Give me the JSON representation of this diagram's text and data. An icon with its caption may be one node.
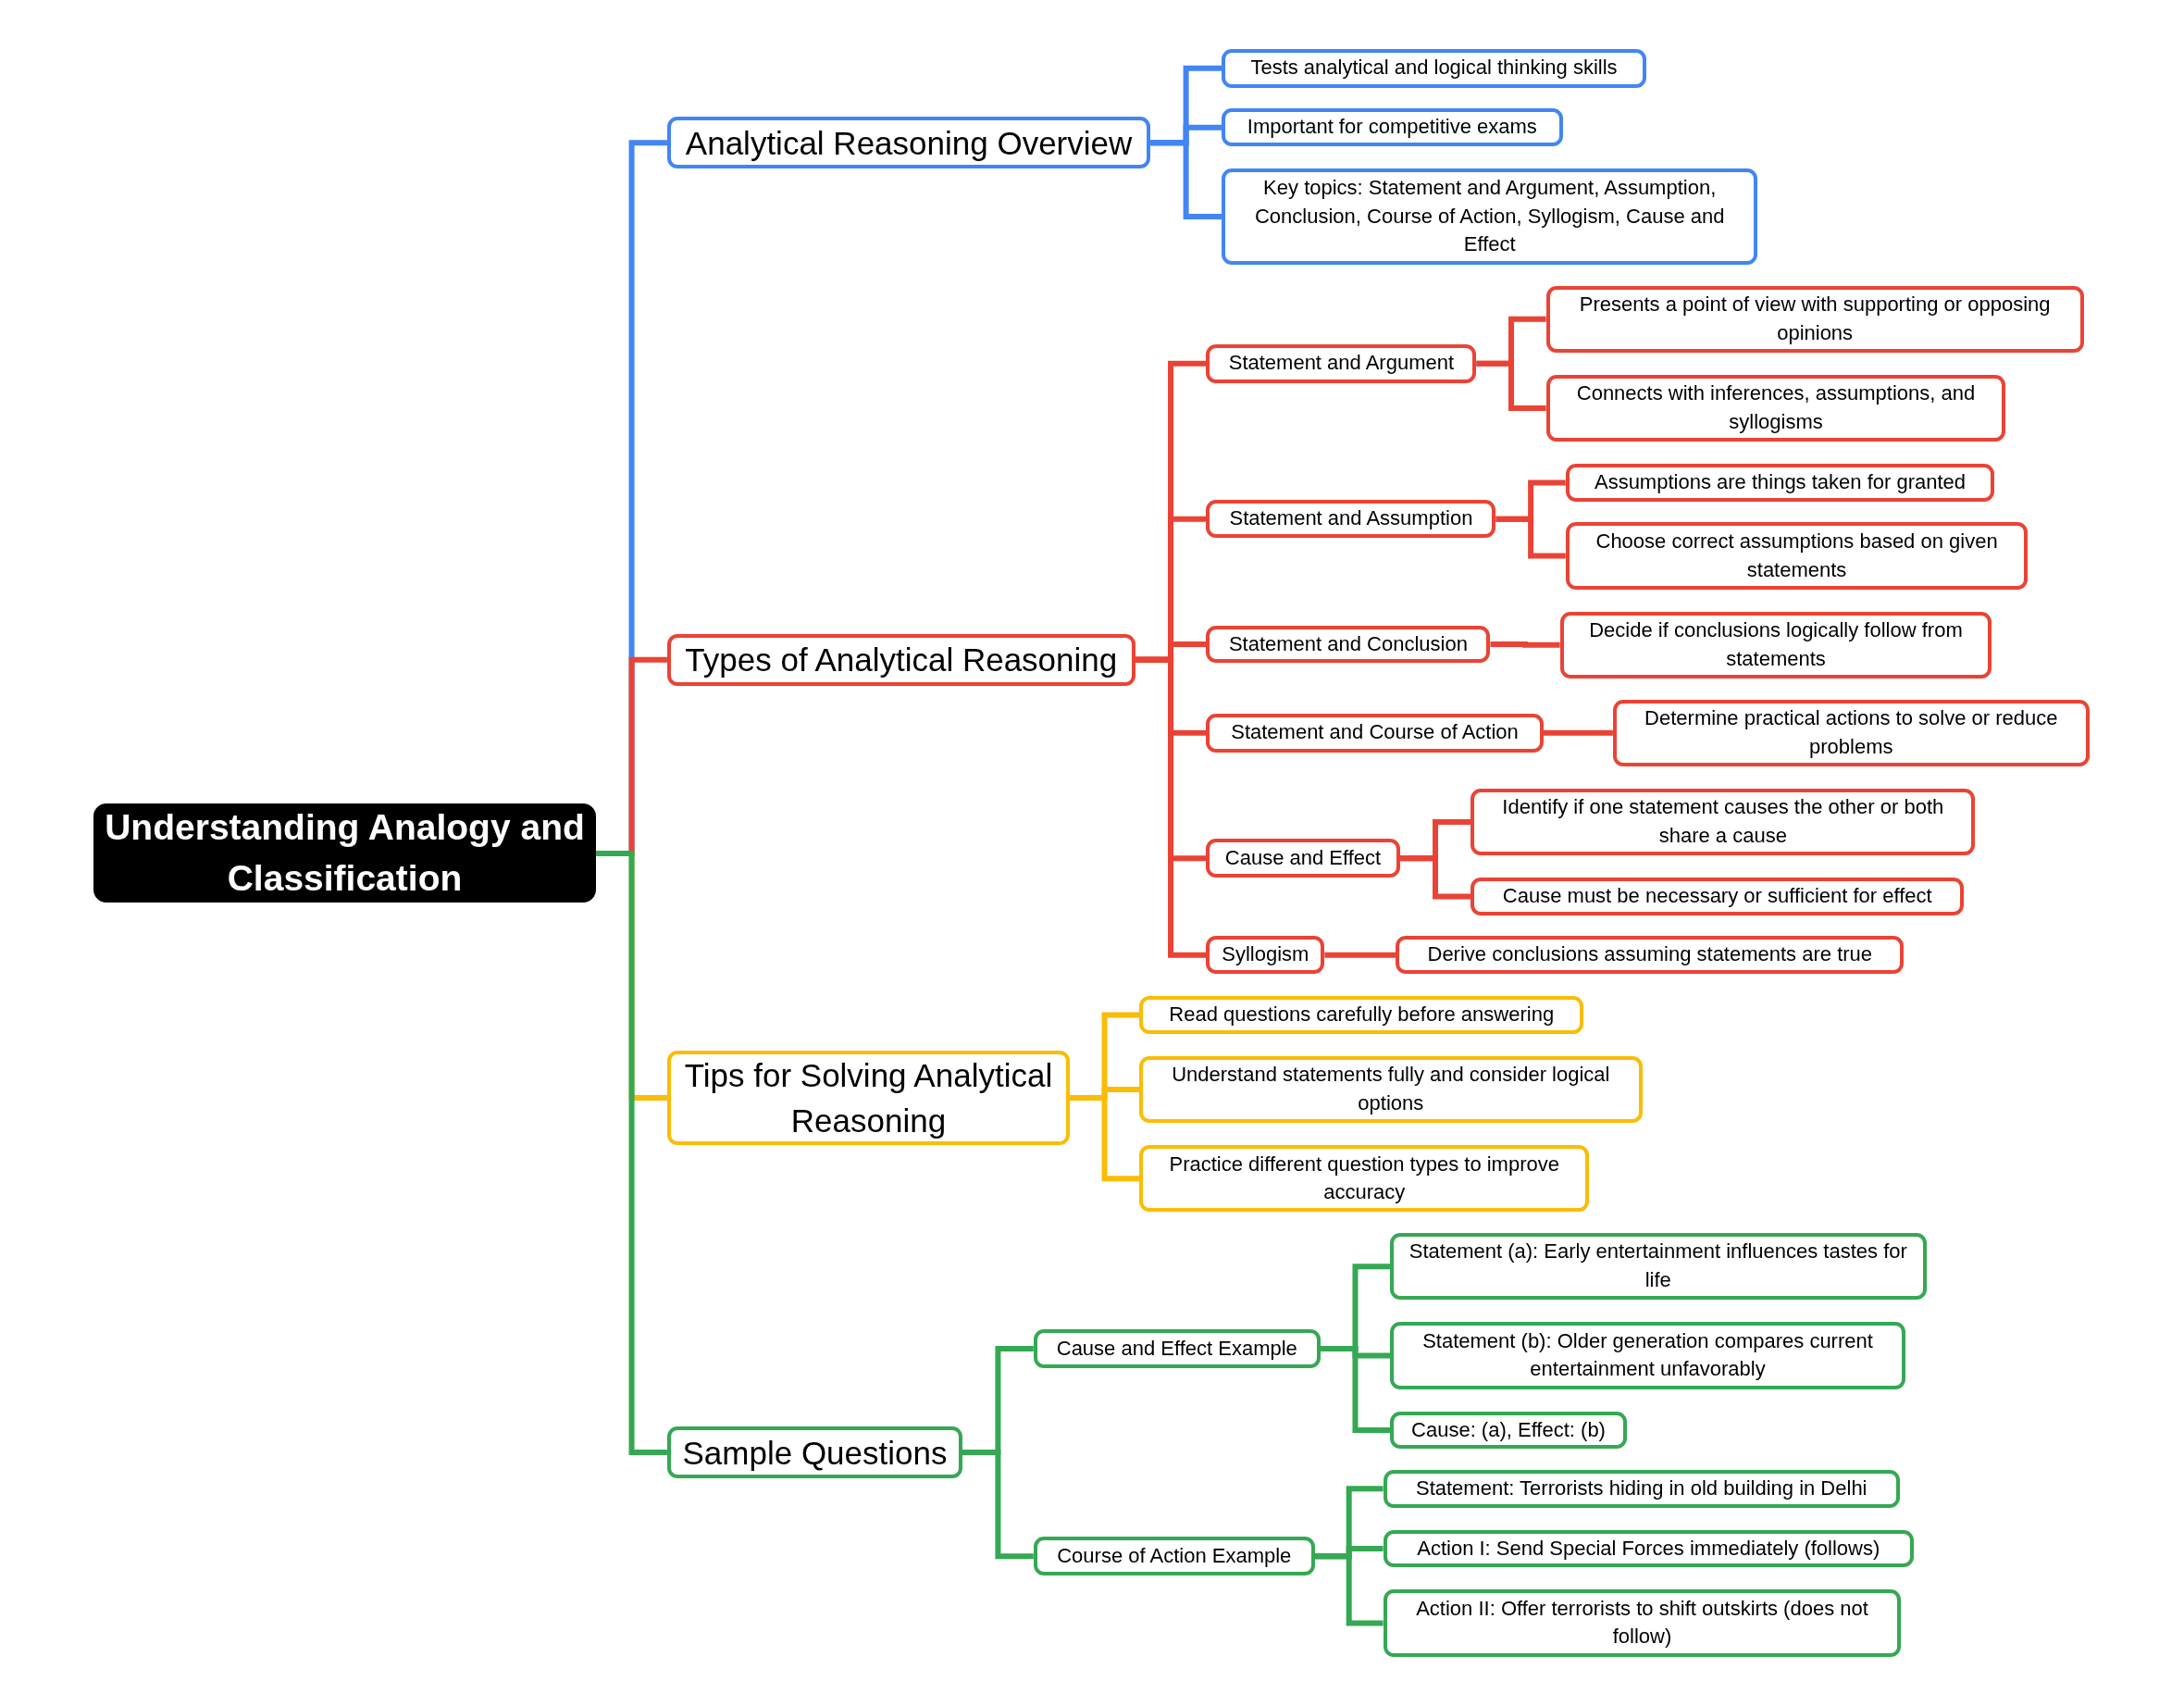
{
  "diagram": {
    "nodes": [
      {
        "text": [
          "Understanding Analogy and Classification"
        ]
      },
      {
        "text": [
          "Analytical Reasoning Overview"
        ]
      },
      {
        "text": [
          "Tests analytical and logical thinking skills"
        ]
      },
      {
        "text": [
          "Important for competitive exams"
        ]
      },
      {
        "text": [
          "Key topics: Statement and Argument, Assumption, Conclusion, Course of Action, Syllogism, Cause and Effect"
        ]
      },
      {
        "text": [
          "Types of Analytical Reasoning"
        ]
      },
      {
        "text": [
          "Statement and Argument"
        ]
      },
      {
        "text": [
          "Presents a point of view with supporting or opposing opinions"
        ]
      },
      {
        "text": [
          "Connects with inferences, assumptions, and syllogisms"
        ]
      },
      {
        "text": [
          "Statement and Assumption"
        ]
      },
      {
        "text": [
          "Assumptions are things taken for granted"
        ]
      },
      {
        "text": [
          "Choose correct assumptions based on given statements"
        ]
      },
      {
        "text": [
          "Statement and Conclusion"
        ]
      },
      {
        "text": [
          "Decide if conclusions logically follow from statements"
        ]
      },
      {
        "text": [
          "Statement and Course of Action"
        ]
      },
      {
        "text": [
          "Determine practical actions to solve or reduce problems"
        ]
      },
      {
        "text": [
          "Cause and Effect"
        ]
      },
      {
        "text": [
          "Identify if one statement causes the other or both share a cause"
        ]
      },
      {
        "text": [
          "Cause must be necessary or sufficient for effect"
        ]
      },
      {
        "text": [
          "Syllogism"
        ]
      },
      {
        "text": [
          "Derive conclusions assuming statements are true"
        ]
      },
      {
        "text": [
          "Tips for Solving Analytical Reasoning"
        ]
      },
      {
        "text": [
          "Read questions carefully before answering"
        ]
      },
      {
        "text": [
          "Understand statements fully and consider logical options"
        ]
      },
      {
        "text": [
          "Practice different question types to improve accuracy"
        ]
      },
      {
        "text": [
          "Sample Questions"
        ]
      },
      {
        "text": [
          "Cause and Effect Example"
        ]
      },
      {
        "text": [
          "Statement (a): Early entertainment influences tastes for life"
        ]
      },
      {
        "text": [
          "Statement (b): Older generation compares current entertainment unfavorably"
        ]
      },
      {
        "text": [
          "Cause: (a), Effect: (b)"
        ]
      },
      {
        "text": [
          "Course of Action Example"
        ]
      },
      {
        "text": [
          "Statement: Terrorists hiding in old building in Delhi"
        ]
      },
      {
        "text": [
          "Action I: Send Special Forces immediately (follows)"
        ]
      },
      {
        "text": [
          "Action II: Offer terrorists to shift outskirts (does not follow)"
        ]
      }
    ],
    "edges": [
      {
        "from": 0,
        "to": 1,
        "arrow": "none",
        "color": "#4285f4"
      },
      {
        "from": 1,
        "to": 2,
        "arrow": "none",
        "color": "#4285f4"
      },
      {
        "from": 1,
        "to": 3,
        "arrow": "none",
        "color": "#4285f4"
      },
      {
        "from": 1,
        "to": 4,
        "arrow": "none",
        "color": "#4285f4"
      },
      {
        "from": 0,
        "to": 5,
        "arrow": "none"
      },
      {
        "from": 5,
        "to": 6,
        "arrow": "none"
      },
      {
        "from": 6,
        "to": 7,
        "arrow": "none"
      },
      {
        "from": 6,
        "to": 8,
        "arrow": "none"
      },
      {
        "from": 5,
        "to": 9,
        "arrow": "none"
      },
      {
        "from": 9,
        "to": 10,
        "arrow": "none"
      },
      {
        "from": 9,
        "to": 11,
        "arrow": "none"
      },
      {
        "from": 5,
        "to": 12,
        "arrow": "none"
      },
      {
        "from": 12,
        "to": 13,
        "arrow": "none"
      },
      {
        "from": 5,
        "to": 14,
        "arrow": "none"
      },
      {
        "from": 14,
        "to": 15,
        "arrow": "none"
      },
      {
        "from": 5,
        "to": 16,
        "arrow": "none"
      },
      {
        "from": 16,
        "to": 17,
        "arrow": "none"
      },
      {
        "from": 16,
        "to": 18,
        "arrow": "none"
      },
      {
        "from": 5,
        "to": 19,
        "arrow": "none"
      },
      {
        "from": 19,
        "to": 20,
        "arrow": "none"
      },
      {
        "from": 0,
        "to": 21,
        "arrow": "none",
        "color": "#fbbc05"
      },
      {
        "from": 21,
        "to": 22,
        "arrow": "none",
        "color": "#fbbc05"
      },
      {
        "from": 21,
        "to": 23,
        "arrow": "none",
        "color": "#fbbc05"
      },
      {
        "from": 21,
        "to": 24,
        "arrow": "none",
        "color": "#fbbc05"
      },
      {
        "from": 0,
        "to": 25,
        "arrow": "none",
        "color": "#34a853"
      },
      {
        "from": 25,
        "to": 26,
        "arrow": "none",
        "color": "#34a853"
      },
      {
        "from": 26,
        "to": 27,
        "arrow": "none",
        "color": "#34a853"
      },
      {
        "from": 26,
        "to": 28,
        "arrow": "none",
        "color": "#34a853"
      },
      {
        "from": 26,
        "to": 29,
        "arrow": "none",
        "color": "#34a853"
      },
      {
        "from": 25,
        "to": 30,
        "arrow": "none",
        "color": "#34a853"
      },
      {
        "from": 30,
        "to": 31,
        "arrow": "none",
        "color": "#34a853"
      },
      {
        "from": 30,
        "to": 32,
        "arrow": "none",
        "color": "#34a853"
      },
      {
        "from": 30,
        "to": 33,
        "arrow": "none",
        "color": "#34a853"
      }
    ]
  }
}
